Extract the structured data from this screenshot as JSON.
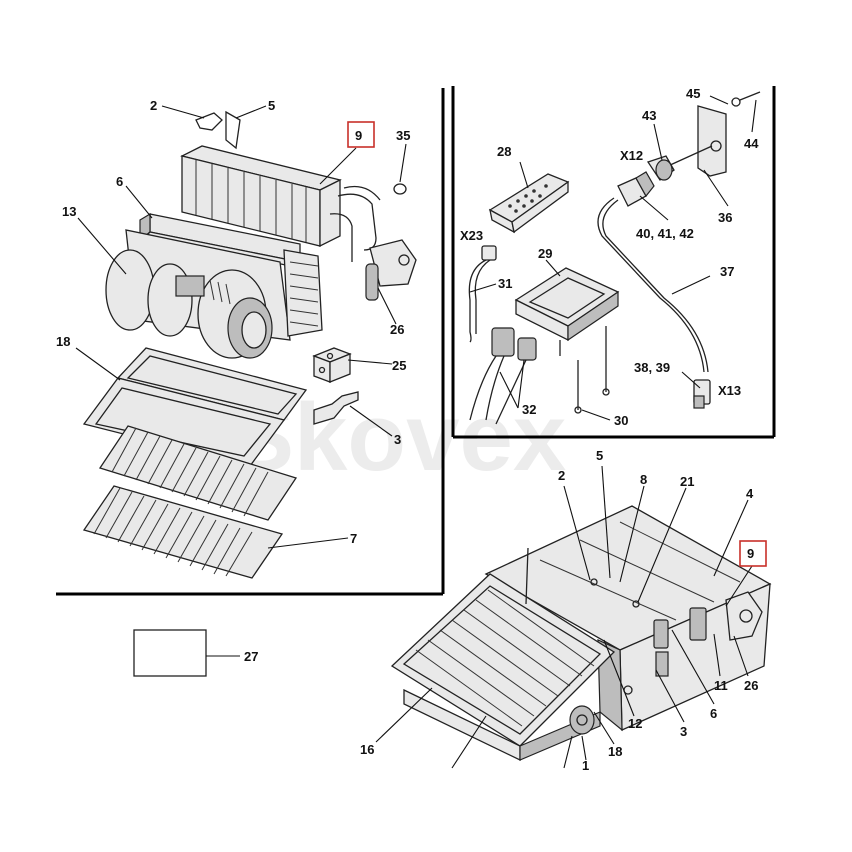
{
  "watermark": "Skovex",
  "callouts": {
    "c2": "2",
    "c5": "5",
    "c9": "9",
    "c35": "35",
    "c6": "6",
    "c13": "13",
    "c26": "26",
    "c25": "25",
    "c18": "18",
    "c3": "3",
    "c7": "7",
    "c45": "45",
    "c44": "44",
    "c43": "43",
    "x12": "X12",
    "c28": "28",
    "c36": "36",
    "c40_42": "40, 41, 42",
    "x23": "X23",
    "c29": "29",
    "c37": "37",
    "c31": "31",
    "c38_39": "38, 39",
    "x13": "X13",
    "c32": "32",
    "c30": "30",
    "c27": "27",
    "b2": "2",
    "b5": "5",
    "b8": "8",
    "b21": "21",
    "b4": "4",
    "b9": "9",
    "b11": "11",
    "b26": "26",
    "b6": "6",
    "b3": "3",
    "b12": "12",
    "b18": "18",
    "b16": "16",
    "b1": "1"
  }
}
